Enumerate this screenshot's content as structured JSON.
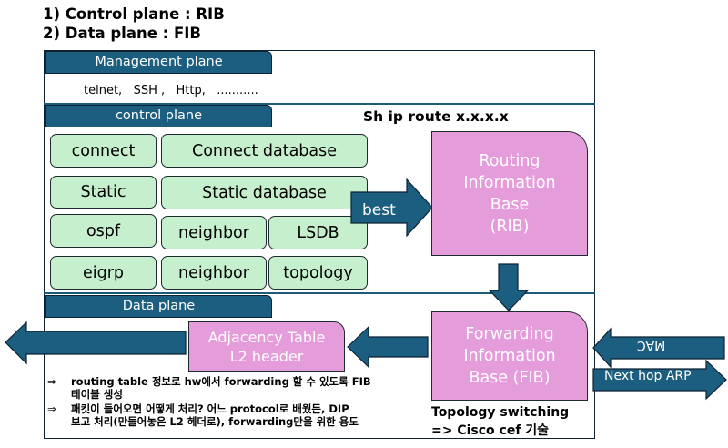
{
  "headings": [
    "1) Control plane : RIB",
    "2) Data plane : FIB"
  ],
  "management_plane": {
    "label": "Management plane",
    "protocols": "telnet,   SSH ,   Http,   ..........."
  },
  "control_plane": {
    "label": "control plane",
    "command": "Sh ip route x.x.x.x",
    "rows": [
      {
        "protocol": "connect",
        "cells": [
          "Connect database"
        ]
      },
      {
        "protocol": "Static",
        "cells": [
          "Static database"
        ]
      },
      {
        "protocol": "ospf",
        "cells": [
          "neighbor",
          "LSDB"
        ]
      },
      {
        "protocol": "eigrp",
        "cells": [
          "neighbor",
          "topology"
        ]
      }
    ],
    "best_arrow_label": "best",
    "rib": [
      "Routing",
      "Information",
      "Base",
      "(RIB)"
    ]
  },
  "data_plane": {
    "label": "Data plane",
    "fib": [
      "Forwarding",
      "Information",
      "Base (FIB)"
    ],
    "adjacency": [
      "Adjacency Table",
      "L2 header"
    ],
    "mac_arrow_label": "MAC",
    "arp_arrow_label": "Next hop ARP",
    "topology_note": [
      "Topology switching",
      "=> Cisco cef 기술"
    ],
    "notes": [
      {
        "symbol": "⇒",
        "lines": [
          "routing table 정보로 hw에서 forwarding 할 수 있도록 FIB",
          "테이블 생성"
        ]
      },
      {
        "symbol": "⇒",
        "lines": [
          "패킷이 들어오면 어떻게 처리? 어느 protocol로 배웠든, DIP",
          "보고 처리(만들어놓은 L2 헤더로), forwarding만을 위한 용도"
        ]
      }
    ]
  },
  "colors": {
    "tab_blue": "#1b5e80",
    "arrow_blue": "#1b5e80",
    "green_box": "#c6f0cd",
    "pink_box": "#e59cdb"
  }
}
